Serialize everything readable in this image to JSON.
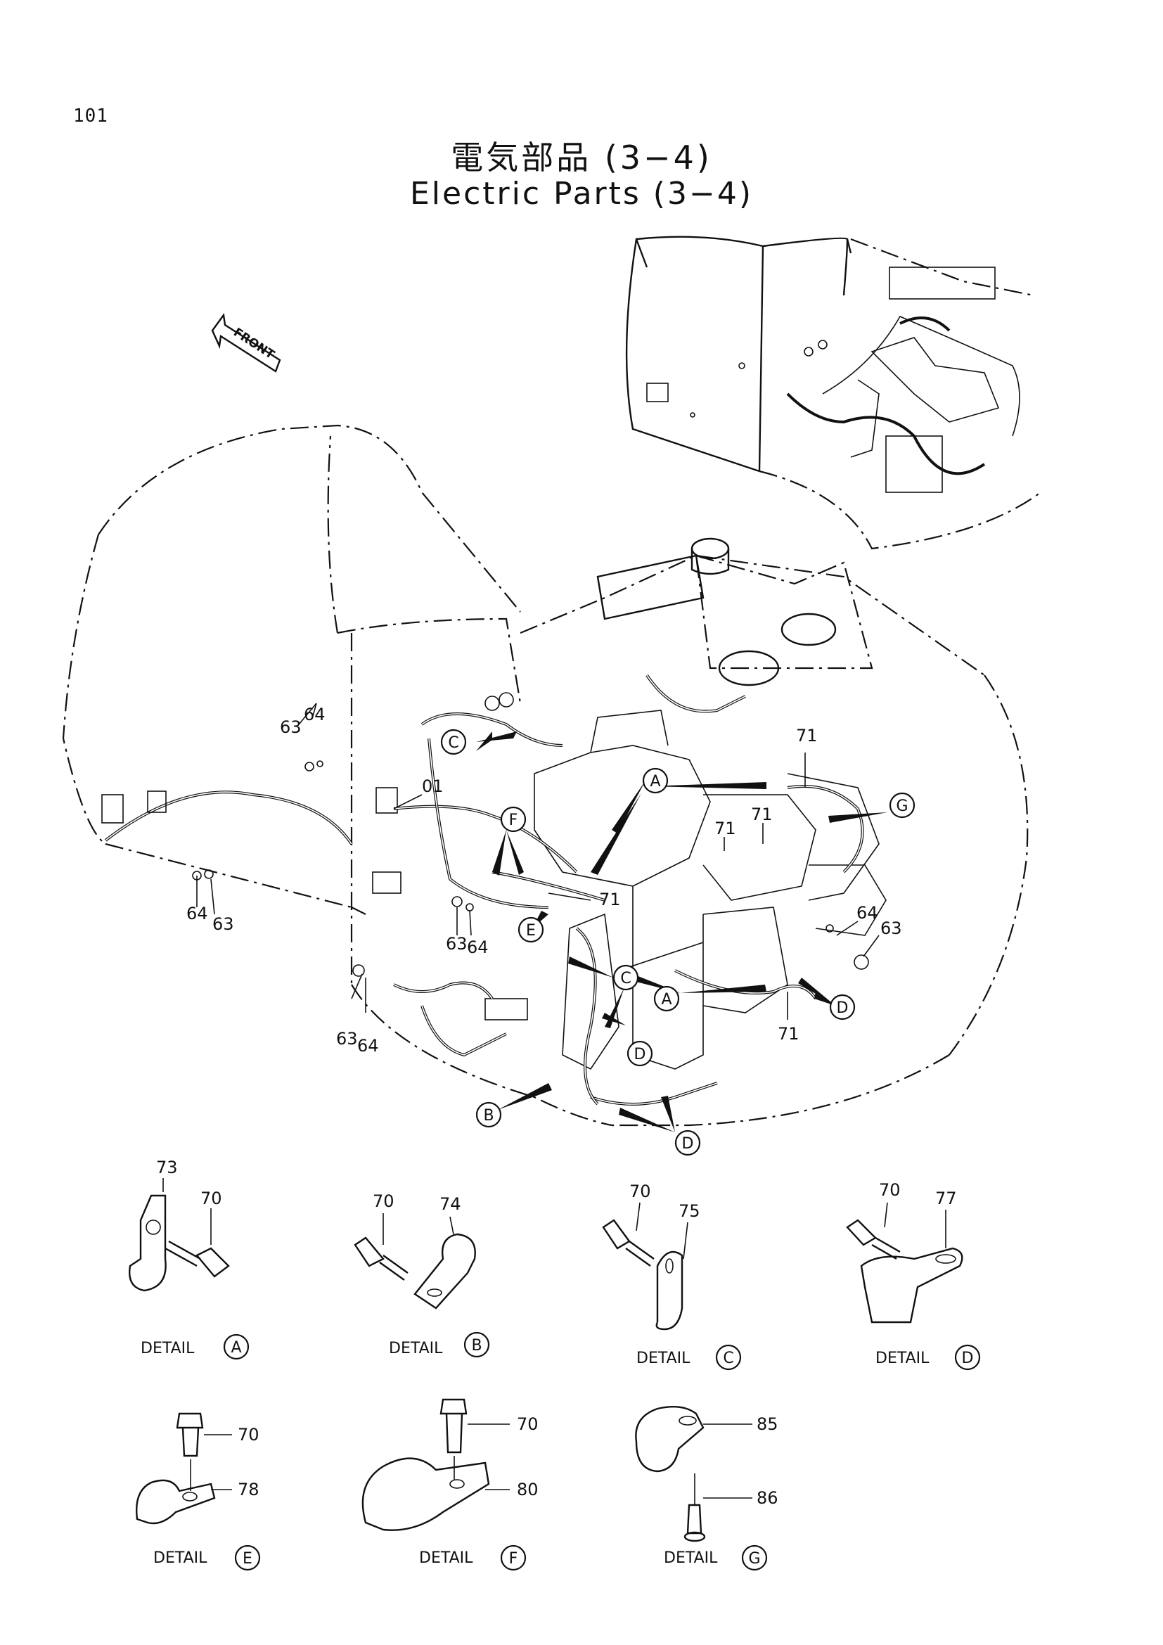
{
  "page_number": "101",
  "title_jp": "電気部品 (3−4)",
  "title_en": "Electric Parts (3−4)",
  "front_label": "FRONT",
  "callouts": {
    "A": "A",
    "B": "B",
    "C": "C",
    "D": "D",
    "E": "E",
    "F": "F",
    "G": "G"
  },
  "part_numbers": {
    "p01": "01",
    "p63": "63",
    "p64": "64",
    "p70": "70",
    "p71": "71",
    "p73": "73",
    "p74": "74",
    "p75": "75",
    "p77": "77",
    "p78": "78",
    "p80": "80",
    "p85": "85",
    "p86": "86"
  },
  "detail_label": "DETAIL",
  "details": [
    "A",
    "B",
    "C",
    "D",
    "E",
    "F",
    "G"
  ]
}
